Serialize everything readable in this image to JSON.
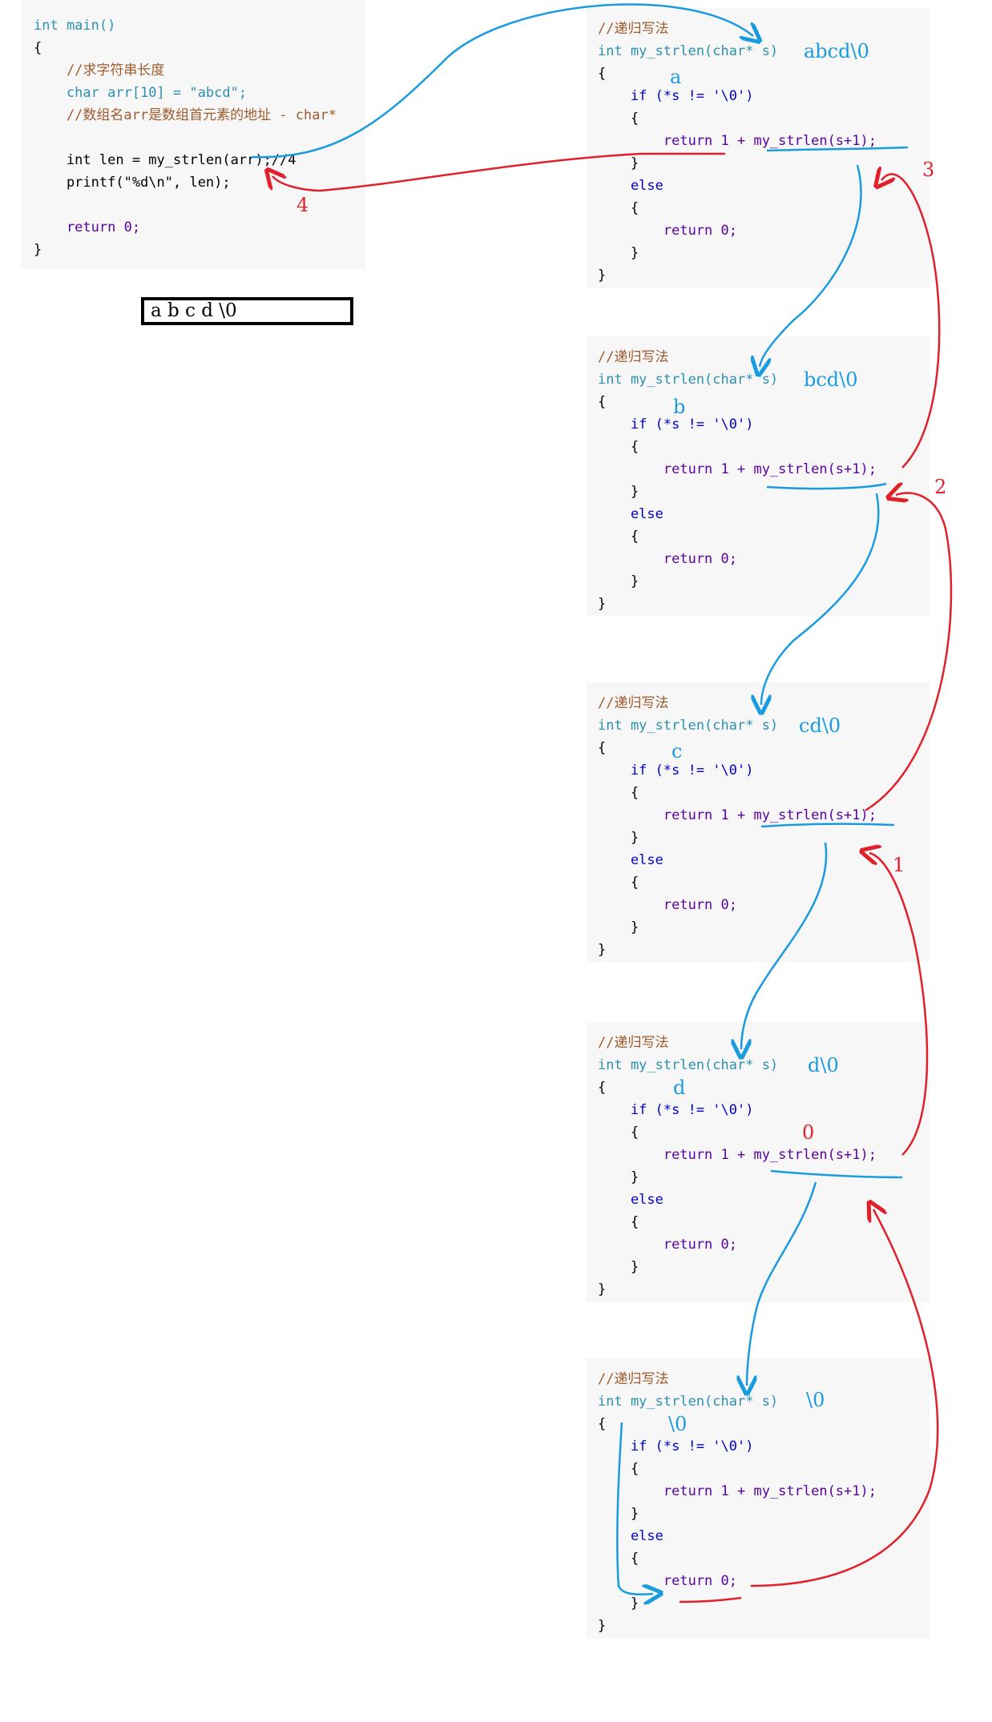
{
  "main_code": [
    "int main()",
    "{",
    "    //求字符串长度",
    "    char arr[10] = \"abcd\";",
    "    //数组名arr是数组首元素的地址 - char*",
    "",
    "    int len = my_strlen(arr);//4",
    "    printf(\"%d\\n\", len);",
    "",
    "    return 0;",
    "}"
  ],
  "string_box": "a b c d \\0",
  "recursive_code": [
    "//递归写法",
    "int my_strlen(char* s)",
    "{",
    "    if (*s != '\\0')",
    "    {",
    "        return 1 + my_strlen(s+1);",
    "    }",
    "    else",
    "    {",
    "        return 0;",
    "    }",
    "}"
  ],
  "frames": [
    {
      "arg": "abcd\\0",
      "char": "a"
    },
    {
      "arg": "bcd\\0",
      "char": "b"
    },
    {
      "arg": "cd\\0",
      "char": "c"
    },
    {
      "arg": "d\\0",
      "char": "d"
    },
    {
      "arg": "\\0",
      "char": "\\0"
    }
  ],
  "return_labels": [
    "0",
    "1",
    "2",
    "3",
    "4"
  ],
  "colors": {
    "call_arrow": "#1a9be0",
    "return_arrow": "#e0202a"
  }
}
